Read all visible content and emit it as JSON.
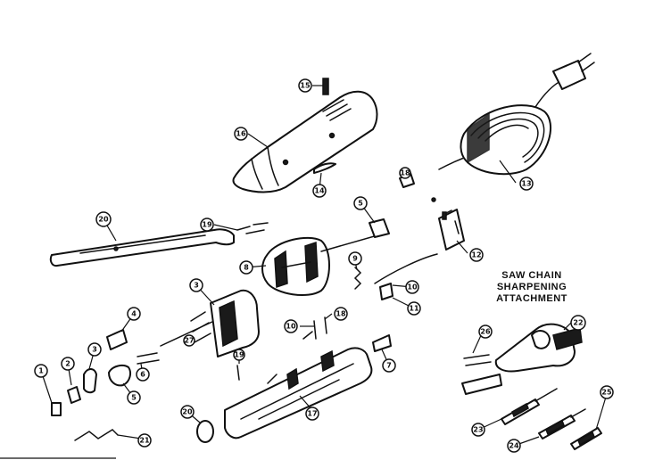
{
  "attachment_title": [
    "SAW CHAIN",
    "SHARPENING",
    "ATTACHMENT"
  ],
  "callouts": [
    "1",
    "2",
    "3",
    "3",
    "4",
    "5",
    "5",
    "6",
    "7",
    "8",
    "9",
    "10",
    "10",
    "11",
    "12",
    "13",
    "14",
    "15",
    "16",
    "17",
    "18",
    "18",
    "19",
    "19",
    "20",
    "20",
    "21",
    "22",
    "23",
    "24",
    "25",
    "26",
    "27"
  ]
}
